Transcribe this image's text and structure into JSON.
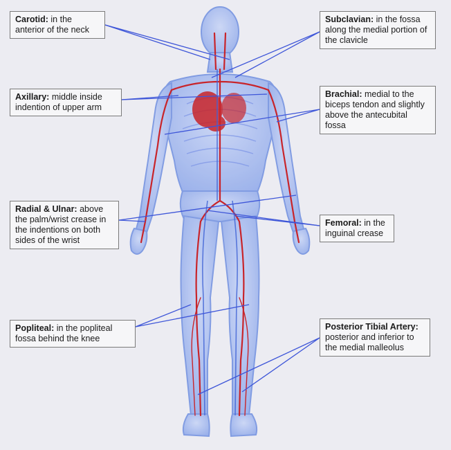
{
  "labels": {
    "carotid": {
      "title": "Carotid:",
      "text": " in the anterior of the neck"
    },
    "subclavian": {
      "title": "Subclavian:",
      "text": " in the fossa along the medial portion of the clavicle"
    },
    "axillary": {
      "title": "Axillary:",
      "text": " middle inside indention of upper arm"
    },
    "brachial": {
      "title": "Brachial:",
      "text": " medial to the biceps tendon and slightly above the antecubital fossa"
    },
    "radial_ulnar": {
      "title": "Radial & Ulnar:",
      "text": " above the palm/wrist crease in the indentions on both sides of the wrist"
    },
    "femoral": {
      "title": "Femoral:",
      "text": " in the inguinal crease"
    },
    "popliteal": {
      "title": "Popliteal:",
      "text": " in the popliteal fossa behind the knee"
    },
    "posterior_tibial": {
      "title": "Posterior Tibial Artery:",
      "text": " posterior and inferior to the medial malleolus"
    }
  },
  "colors": {
    "background": "#ececf2",
    "body_fill": "#9fb7ee",
    "body_outline": "#6f8fe0",
    "artery": "#c8242a",
    "leader_line": "#3d55d8"
  }
}
